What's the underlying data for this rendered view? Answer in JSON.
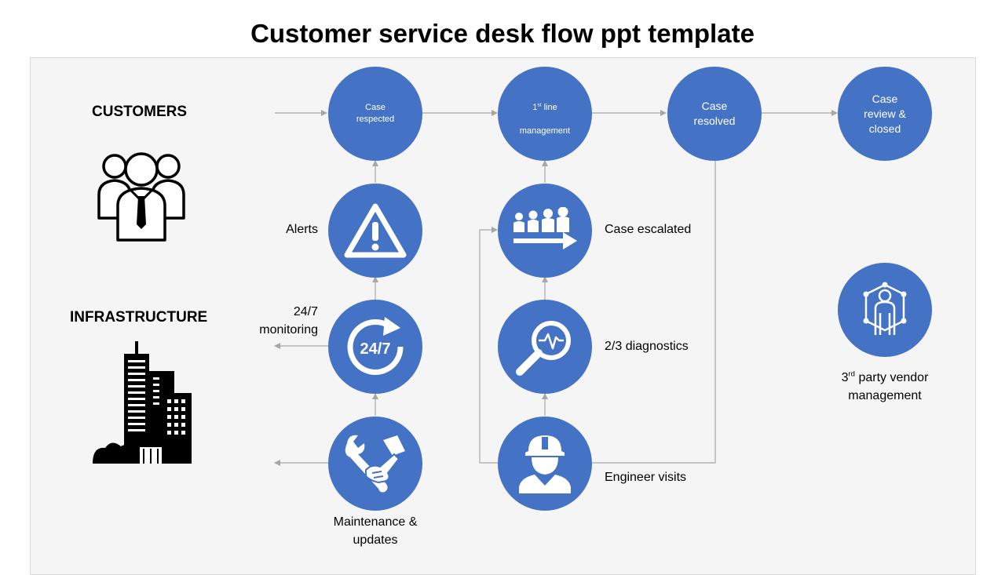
{
  "title": "Customer service desk flow ppt template",
  "headings": {
    "customers": "CUSTOMERS",
    "infrastructure": "INFRASTRUCTURE"
  },
  "top_row": {
    "case_respected": "Case\nrespected",
    "first_line_ordinal": "1",
    "first_line_sup": "st",
    "first_line_rest": " line",
    "first_line_mgmt": "management",
    "case_resolved": "Case\nresolved",
    "case_review": "Case\nreview &\nclosed"
  },
  "labels": {
    "alerts": "Alerts",
    "monitoring": "24/7\nmonitoring",
    "maintenance": "Maintenance &\nupdates",
    "case_escalated": "Case escalated",
    "diagnostics": "2/3 diagnostics",
    "engineer_visits": "Engineer visits",
    "vendor_ordinal": "3",
    "vendor_sup": "rd",
    "vendor_rest": " party vendor",
    "vendor_line2": "management",
    "clock_text": "24/7"
  },
  "colors": {
    "accent": "#4472c4",
    "panel": "#f5f5f5",
    "arrow": "#a6a6a6"
  },
  "icons": [
    "customers-icon",
    "infrastructure-icon",
    "alert-icon",
    "clock-247-icon",
    "wrench-hand-icon",
    "queue-arrow-icon",
    "magnifier-pulse-icon",
    "engineer-icon",
    "vendor-network-icon"
  ]
}
